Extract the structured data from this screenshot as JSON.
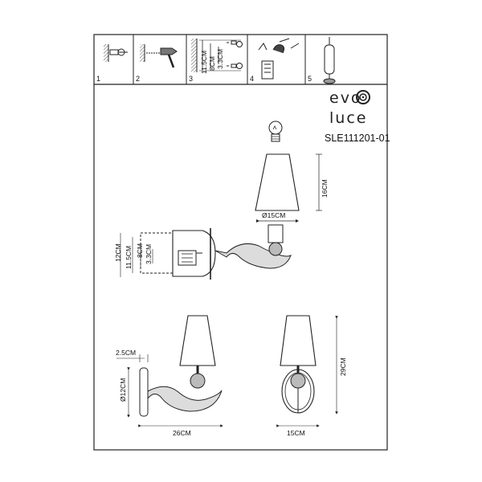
{
  "steps": [
    {
      "num": "1",
      "icon": "wall-plug-icon"
    },
    {
      "num": "2",
      "icon": "hammer-icon"
    },
    {
      "num": "3",
      "icon": "screw-icon"
    },
    {
      "num": "4",
      "icon": "wiring-icon"
    },
    {
      "num": "5",
      "icon": "mounting-plate-icon"
    }
  ],
  "step3": {
    "dim_a": "11.5CM",
    "dim_b": "8CM",
    "dim_c": "3.3CM"
  },
  "brand": {
    "line1": "evo",
    "line2": "luce"
  },
  "model": "SLE111201-01",
  "shade": {
    "height": "16CM",
    "diameter": "Ø15CM"
  },
  "bracket": {
    "dim_outer": "12CM",
    "dim_mid": "11.5CM",
    "dim_inner": "8CM",
    "dim_small": "3.3CM"
  },
  "side_view": {
    "depth": "2.5CM",
    "plate": "Ø12CM",
    "width": "26CM"
  },
  "front_view": {
    "height": "29CM",
    "width": "15CM"
  },
  "colors": {
    "line": "#222222",
    "shade_fill": "#ffffff",
    "arm_fill": "#dcdcdc"
  }
}
